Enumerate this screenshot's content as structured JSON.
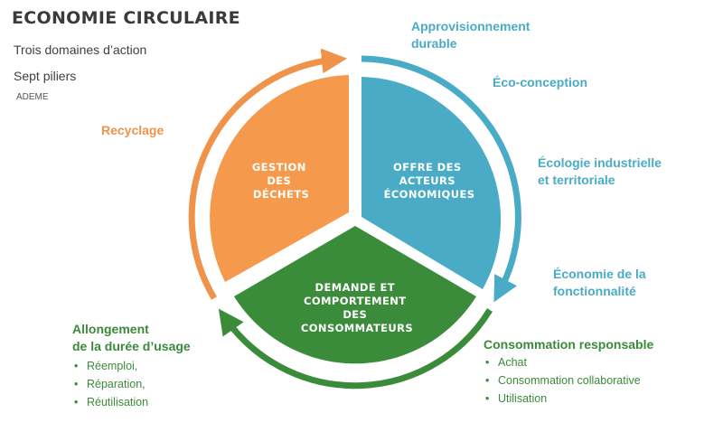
{
  "header": {
    "title": "ECONOMIE CIRCULAIRE",
    "subtitle1": "Trois domaines d’action",
    "subtitle2": "Sept piliers",
    "source": "ADEME"
  },
  "sectors": {
    "waste": {
      "lines": [
        "GESTION",
        "DES",
        "DÉCHETS"
      ]
    },
    "offer": {
      "lines": [
        "OFFRE DES",
        "ACTEURS",
        "ÉCONOMIQUES"
      ]
    },
    "demand": {
      "lines": [
        "DEMANDE ET",
        "COMPORTEMENT",
        "DES",
        "CONSOMMATEURS"
      ]
    }
  },
  "pillars": {
    "supply": {
      "line1": "Approvisionnement",
      "line2": "durable"
    },
    "ecodesign": {
      "label": "Éco-conception"
    },
    "industrial": {
      "line1": "Écologie industrielle",
      "line2": "et territoriale"
    },
    "functionality": {
      "line1": "Économie de la",
      "line2": "fonctionnalité"
    },
    "consumption": {
      "label": "Consommation responsable",
      "items": [
        "Achat",
        "Consommation collaborative",
        "Utilisation"
      ]
    },
    "lifetime": {
      "line1": "Allongement",
      "line2": "de la durée d’usage",
      "items": [
        "Réemploi,",
        "Réparation,",
        "Réutilisation"
      ]
    },
    "recycling": {
      "label": "Recyclage"
    }
  },
  "colors": {
    "orange": "#f59a4c",
    "blue": "#4aabc6",
    "green": "#3a8c3a",
    "arrow_orange": "#f0934a",
    "arrow_blue": "#4aabc6",
    "arrow_green": "#3a8c3a"
  }
}
